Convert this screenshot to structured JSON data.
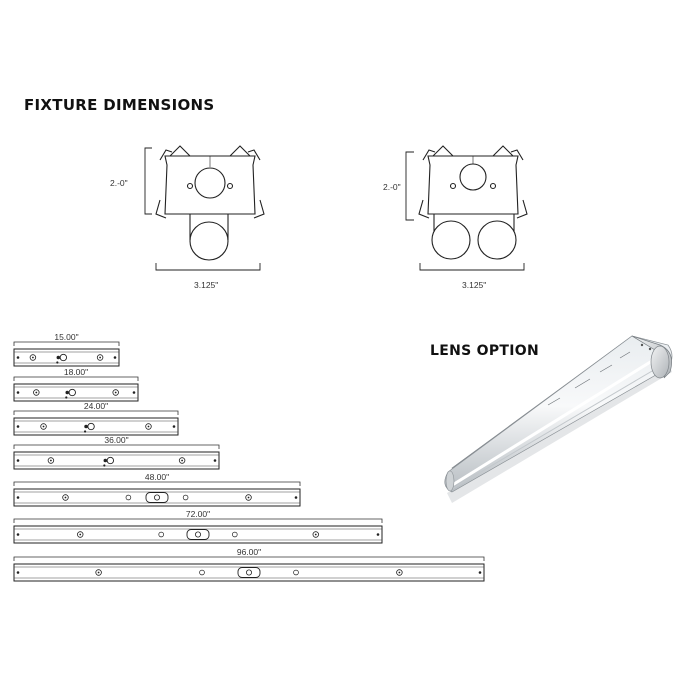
{
  "headings": {
    "fixture_dimensions": "FIXTURE DIMENSIONS",
    "lens_option": "LENS OPTION"
  },
  "end_views": [
    {
      "name": "single-lamp",
      "height_label": "2.-0\"",
      "width_label": "3.125\"",
      "lamps": 1
    },
    {
      "name": "twin-lamp",
      "height_label": "2.-0\"",
      "width_label": "3.125\"",
      "lamps": 2
    }
  ],
  "lengths": [
    {
      "label": "15.00\"",
      "center_type": "hole"
    },
    {
      "label": "18.00\"",
      "center_type": "hole"
    },
    {
      "label": "24.00\"",
      "center_type": "hole"
    },
    {
      "label": "36.00\"",
      "center_type": "hole"
    },
    {
      "label": "48.00\"",
      "center_type": "slot"
    },
    {
      "label": "72.00\"",
      "center_type": "slot"
    },
    {
      "label": "96.00\"",
      "center_type": "slot"
    }
  ],
  "icons": [
    "end-view-drawing",
    "length-bar-drawing",
    "lens-fixture-image"
  ]
}
